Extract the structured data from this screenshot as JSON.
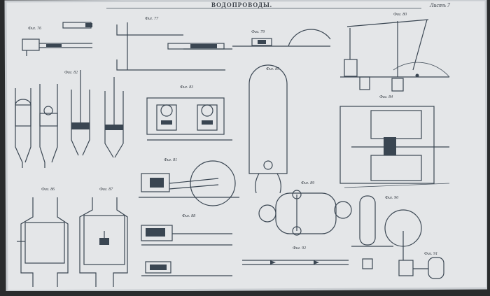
{
  "title": "ВОДОПРОВОДЫ.",
  "plate": "Листъ 7",
  "figures": [
    "Фиг. 76",
    "Фиг. 77",
    "Фиг. 79",
    "Фиг. 80",
    "Фиг. 82",
    "Фиг. 83",
    "Фиг. 85",
    "Фиг. 84",
    "Фиг. 81",
    "Фиг. 86",
    "Фиг. 87",
    "Фиг. 88",
    "Фиг. 89",
    "Фиг. 90",
    "Фиг. 92",
    "Фиг. 91"
  ],
  "colors": {
    "paper": "#e4e6e8",
    "ink": "#3a4652",
    "background": "#2a2c2d"
  }
}
